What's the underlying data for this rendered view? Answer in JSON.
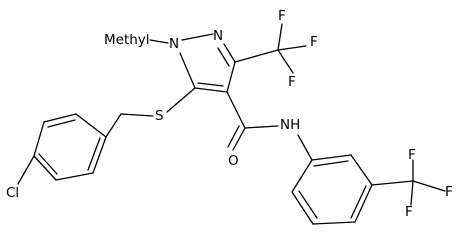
{
  "molecule": {
    "atom_labels": {
      "n1": "N",
      "n2": "N",
      "methyl": "Methyl",
      "f1": "F",
      "f2": "F",
      "f3": "F",
      "s": "S",
      "o": "O",
      "nh": "NH",
      "cl": "Cl",
      "f4": "F",
      "f5": "F",
      "f6": "F"
    }
  },
  "colors": {
    "ink": "#000000",
    "background": "#ffffff"
  }
}
